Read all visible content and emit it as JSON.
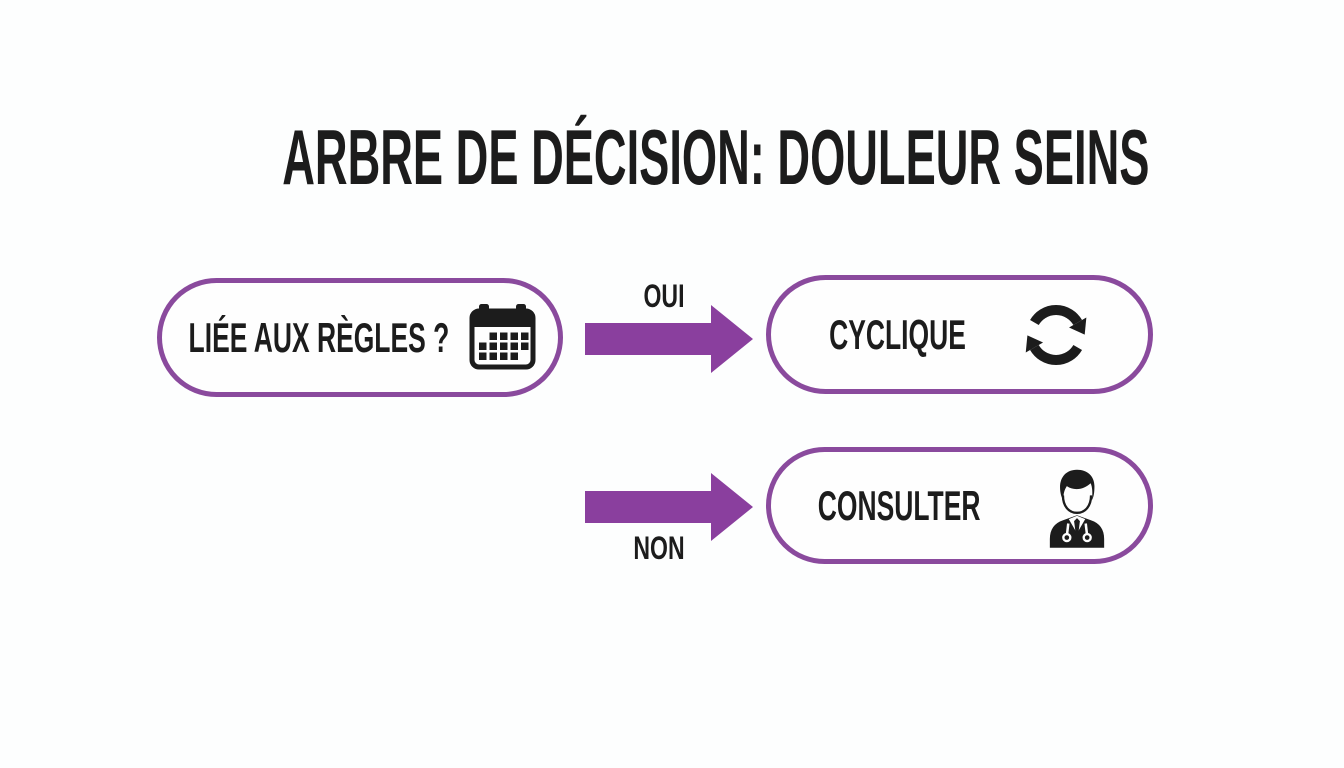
{
  "title": "ARBRE DE DÉCISION: DOULEUR SEINS",
  "colors": {
    "background": "#fdfefe",
    "node_border": "#8a4a9d",
    "node_fill": "#fefefe",
    "arrow": "#8a3f9e",
    "text": "#1c1c1c"
  },
  "tree": {
    "root": {
      "label": "LIÉE AUX RÈGLES ?",
      "icon": "calendar-icon"
    },
    "branches": [
      {
        "condition": "OUI",
        "result": {
          "label": "CYCLIQUE",
          "icon": "cycle-arrows-icon"
        }
      },
      {
        "condition": "NON",
        "result": {
          "label": "CONSULTER",
          "icon": "doctor-icon"
        }
      }
    ]
  }
}
